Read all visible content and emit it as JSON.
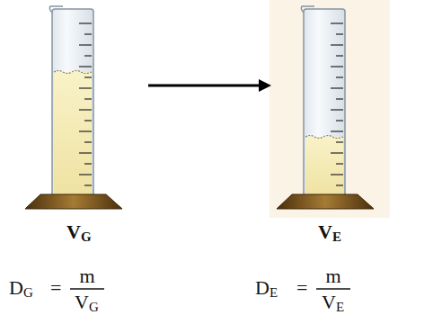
{
  "diagram": {
    "labels": [
      "V",
      "G",
      "V",
      "E",
      "D",
      "G",
      "=",
      "m",
      "V",
      "G",
      "D",
      "E",
      "=",
      "m",
      "V",
      "E"
    ]
  }
}
